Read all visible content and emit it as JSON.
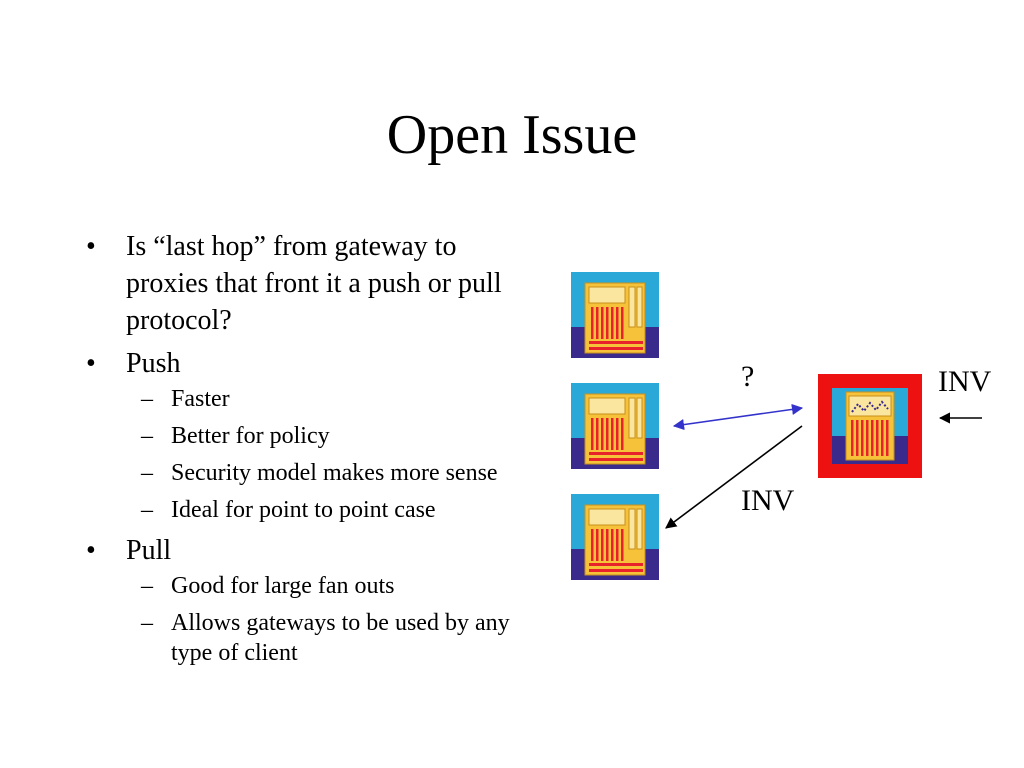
{
  "slide": {
    "title": "Open Issue",
    "bullets": [
      {
        "text": "Is “last hop” from gateway to proxies that front it a push or pull protocol?",
        "sub": []
      },
      {
        "text": "Push",
        "sub": [
          "Faster",
          "Better for policy",
          "Security model makes more sense",
          "Ideal for point to point case"
        ]
      },
      {
        "text": "Pull",
        "sub": [
          "Good for large fan outs",
          "Allows gateways to be used by any type of client"
        ]
      }
    ]
  },
  "diagram": {
    "question_label": "?",
    "inv_top_label": "INV",
    "inv_bottom_label": "INV",
    "nodes": [
      {
        "name": "proxy-1",
        "kind": "proxy"
      },
      {
        "name": "proxy-2",
        "kind": "proxy"
      },
      {
        "name": "proxy-3",
        "kind": "proxy"
      },
      {
        "name": "gateway",
        "kind": "gateway"
      }
    ],
    "colors": {
      "proxy_bg": "#2aa8d8",
      "proxy_base": "#3a2a8c",
      "server_body": "#f5c23a",
      "server_stripes": "#e8222a",
      "gateway_frame": "#ee1111",
      "arrow_blue": "#3333cc",
      "arrow_black": "#000000"
    }
  }
}
